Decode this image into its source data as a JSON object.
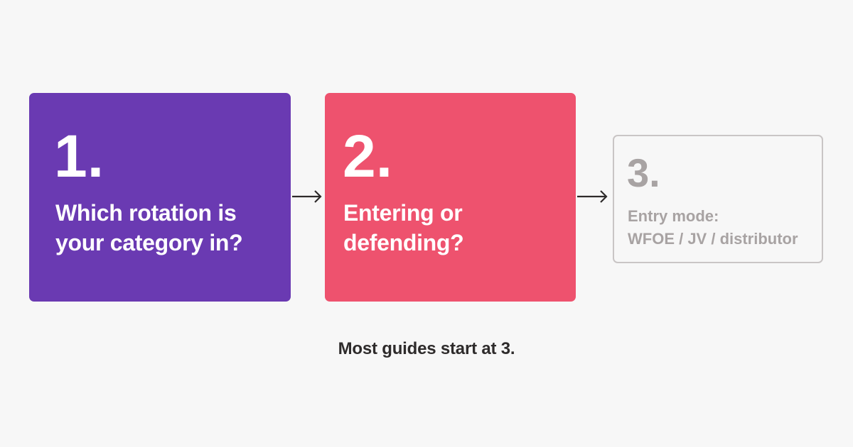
{
  "steps": [
    {
      "number": "1.",
      "title": "Which rotation is\nyour category in?",
      "color": "#6a3ab2"
    },
    {
      "number": "2.",
      "title": "Entering or\ndefending?",
      "color": "#ee526e"
    },
    {
      "number": "3.",
      "title": "Entry mode:\nWFOE / JV / distributor",
      "color": "#a8a3a3"
    }
  ],
  "caption": "Most guides start at 3.",
  "colors": {
    "background": "#f7f7f7",
    "arrow": "#2e2b2b",
    "muted_border": "#c9c5c5"
  }
}
